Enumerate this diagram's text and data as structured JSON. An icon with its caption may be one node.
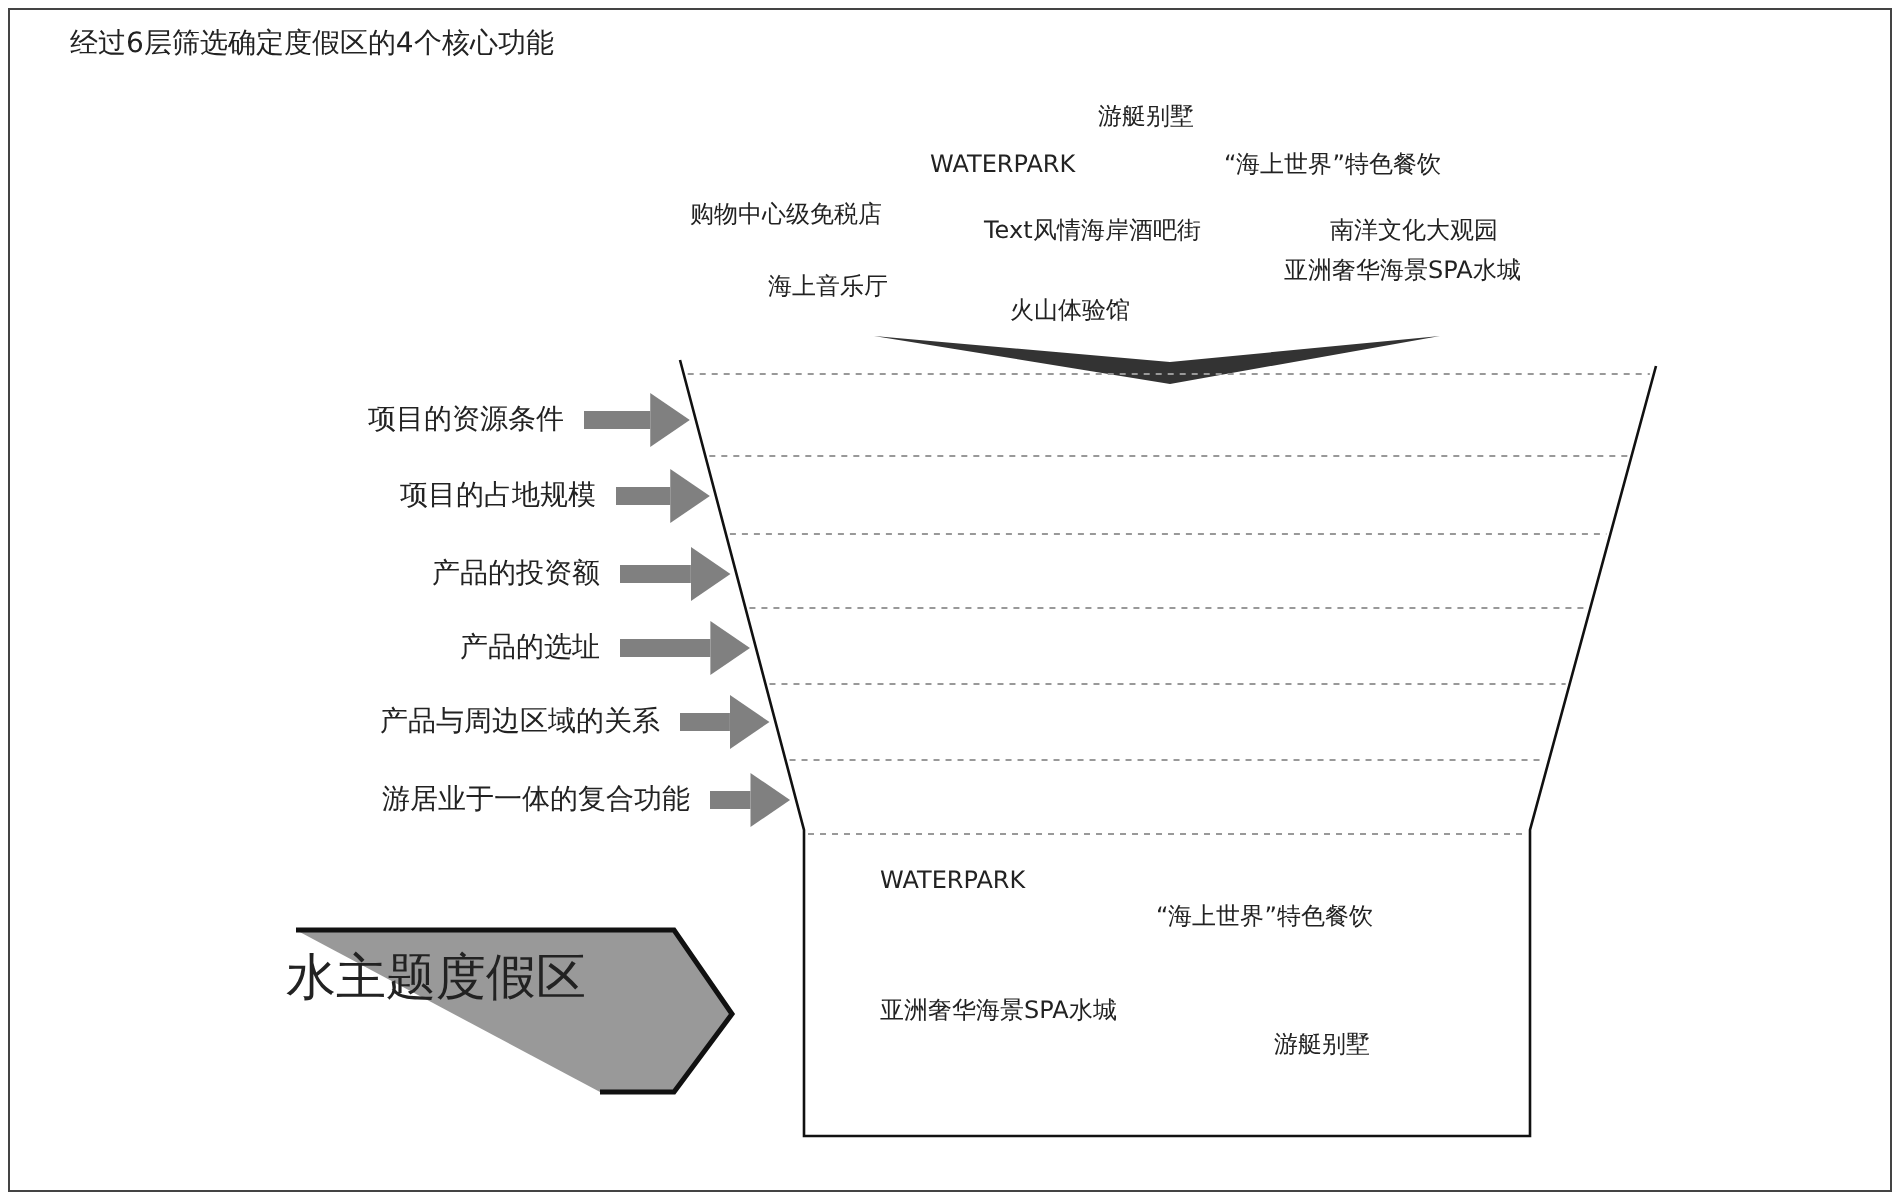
{
  "diagram": {
    "title": "经过6层筛选确定度假区的4个核心功能",
    "nodes": [
      {
        "text": [
          "WATERPARK",
          "“海上世界”特色餐饮",
          "亚洲奢华海景SPA水城",
          "游艇别墅"
        ]
      },
      {
        "text": [
          "项目的资源条件"
        ]
      },
      {
        "text": [
          "项目的占地规模"
        ]
      },
      {
        "text": [
          "产品的投资额"
        ]
      },
      {
        "text": [
          "产品的选址"
        ]
      },
      {
        "text": [
          "产品与周边区域的关系"
        ]
      },
      {
        "text": [
          "游居业于一体的复合功能"
        ]
      },
      {
        "text": [
          "水主题度假区"
        ]
      }
    ],
    "edges": [
      {
        "from": 1,
        "to": 0,
        "arrow": "to"
      },
      {
        "from": 2,
        "to": 0,
        "arrow": "to"
      },
      {
        "from": 3,
        "to": 0,
        "arrow": "to"
      },
      {
        "from": 4,
        "to": 0,
        "arrow": "to"
      },
      {
        "from": 5,
        "to": 0,
        "arrow": "to"
      },
      {
        "from": 6,
        "to": 0,
        "arrow": "to"
      },
      {
        "from": null,
        "to": 0,
        "arrow": "to",
        "color": "#333333"
      }
    ],
    "labels": [
      "游艇别墅",
      "WATERPARK",
      "“海上世界”特色餐饮",
      "购物中心级免税店",
      "Text风情海岸酒吧街",
      "南洋文化大观园",
      "海上音乐厅",
      "亚洲奢华海景SPA水城",
      "火山体验馆"
    ]
  }
}
